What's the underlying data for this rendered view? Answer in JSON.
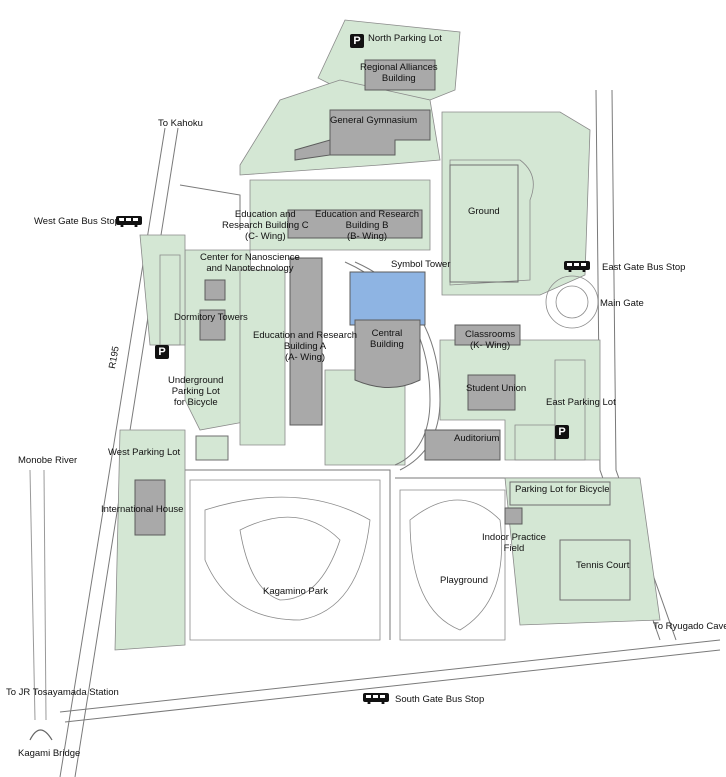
{
  "labels": {
    "north_parking": "North Parking Lot",
    "regional_alliances": "Regional Alliances\nBuilding",
    "general_gym": "General Gymnasium",
    "to_kahoku": "To Kahoku",
    "west_gate_bus": "West Gate Bus Stop",
    "edu_c": "Education and\nResearch Building C\n(C- Wing)",
    "edu_b": "Education and Research\nBuilding B\n(B- Wing)",
    "ground": "Ground",
    "east_gate_bus": "East Gate Bus Stop",
    "main_gate": "Main Gate",
    "nano": "Center for Nanoscience\nand Nanotechnology",
    "symbol_tower": "Symbol Tower",
    "dormitory": "Dormitory Towers",
    "edu_a": "Education and Research\nBuilding A\n(A- Wing)",
    "central": "Central\nBuilding",
    "classrooms": "Classrooms\n(K- Wing)",
    "r195": "R195",
    "underground_parking": "Underground\nParking Lot\nfor Bicycle",
    "student_union": "Student Union",
    "east_parking": "East Parking Lot",
    "monobe_river": "Monobe River",
    "west_parking": "West Parking Lot",
    "auditorium": "Auditorium",
    "bicycle_parking": "Parking Lot for Bicycle",
    "international_house": "International House",
    "indoor_practice": "Indoor Practice\nField",
    "tennis": "Tennis Court",
    "kagamino": "Kagamino Park",
    "playground": "Playground",
    "to_ryugado": "To Ryugado Cave",
    "to_jr": "To JR Tosayamada Station",
    "south_gate_bus": "South Gate Bus Stop",
    "kagami_bridge": "Kagami Bridge"
  },
  "parking_symbol": "P",
  "icons": {
    "parking": "parking-icon",
    "bus": "bus-icon"
  },
  "colors": {
    "grass": "#d4e7d4",
    "building": "#a9a9a9",
    "central_plaza": "#8eb4e3",
    "road": "#7a7a7a"
  }
}
